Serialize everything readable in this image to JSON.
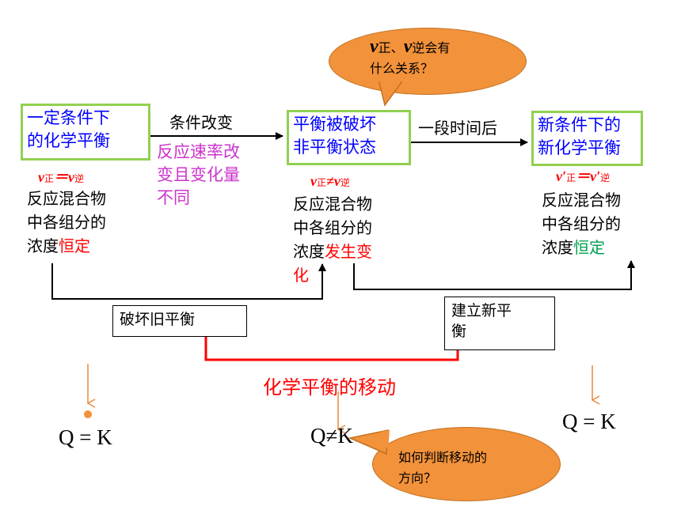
{
  "boxes": {
    "original_equilibrium": "一定条件下\n的化学平衡",
    "broken_equilibrium": "平衡被破坏\n非平衡状态",
    "new_equilibrium": "新条件下的\n新化学平衡",
    "break_old": "破坏旧平衡",
    "build_new": "建立新平\n衡"
  },
  "arrow_labels": {
    "condition_change": "条件改变",
    "rate_change": "反应速率改\n变且变化量\n不同",
    "after_time": "一段时间后"
  },
  "rate_relations": {
    "v_symbol": "v",
    "v_prime_symbol": "v′",
    "forward": "正",
    "reverse": "逆",
    "equal_sign": "＝",
    "not_equal_sign": "≠"
  },
  "concentration": {
    "prefix": "反应混合物\n中各组分的\n浓度",
    "constant": "恒定",
    "changing": "发生变\n化"
  },
  "bubbles": {
    "question_top_mid": "、",
    "question_top_end": "会有",
    "question_top_line2": "什么关系？",
    "question_bottom": "如何判断移动的\n方向？"
  },
  "title": "化学平衡的移动",
  "formulas": {
    "left": "Q = K",
    "middle": "Q≠K",
    "right": "Q = K"
  },
  "colors": {
    "box_border": "#92d050",
    "box_text": "#0000ff",
    "highlight_red": "#ff0000",
    "highlight_green": "#00a050",
    "pink_text": "#cc33cc",
    "bubble_fill": "#f2923b",
    "down_arrow": "#f2923b"
  }
}
